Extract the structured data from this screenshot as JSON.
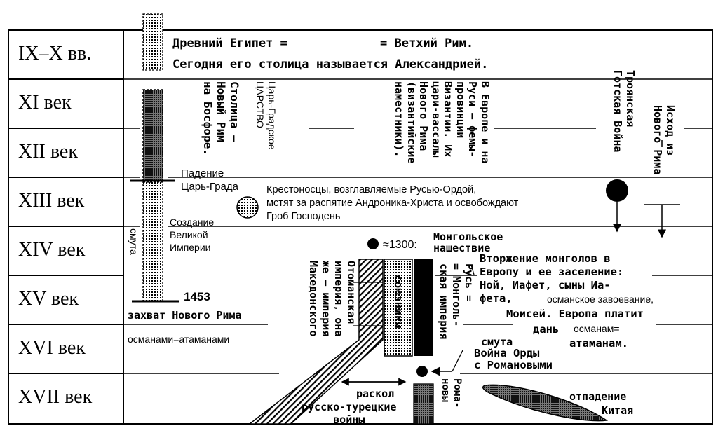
{
  "centuries": [
    "IX–X вв.",
    "XI век",
    "XII век",
    "XIII век",
    "XIV век",
    "XV век",
    "XVI век",
    "XVII век"
  ],
  "text": {
    "egypt_left": "Древний Египет =",
    "egypt_right": "= Ветхий Рим.",
    "alexandria": "Сегодня его столица называется Александрией.",
    "capital": "Столица —\nНовый Рим\nна Босфоре.",
    "tsargrad_kingdom": "Царь-Градское\nЦАРСТВО",
    "vassals": "В Европе и на\nРуси — фемы-\nпровинции\nВизантии. Их\nцари-вассалы\nНового Рима\n(византийские\nнаместники).",
    "trojan_war": "Троянская\nГотская Война",
    "exodus": "Исход из\nНового Рима",
    "fall": "Падение\nЦарь-Града",
    "crusaders": "Крестоносцы, возглавляемые Русью-Ордой,\nмстят за распятие Андроника-Христа и освобождают\nГроб Господень",
    "creation": "Создание\nВеликой\nИмперии",
    "smuta_v": "смута",
    "mongol_date": "≈1300:",
    "mongol_title": "Монгольское\nнашествие",
    "invasion_a": "Вторжение монголов в\nЕвропу и ее заселение:\nНой, Иафет, сыны Иа-\nфета,",
    "invasion_b": "османское завоевание,",
    "invasion_c": "Моисей. Европа платит",
    "invasion_d": "дань",
    "invasion_e": "османам=",
    "invasion_f": "атаманам.",
    "year_1453": "1453",
    "capture": "захват Нового Рима",
    "ottomans_eq": "османами=атаманами",
    "ottoman_empire": "Отоманская\nимперия, она\nже — империя\nМакедонского",
    "allies": "союзники",
    "russ_mongol": "Русь =\n= Монголь-\nская империя",
    "smuta": "смута",
    "horde_war": "Война Орды\nс Романовыми",
    "schism": "раскол",
    "russo_turkish": "русско-турецкие\nвойны",
    "romanovs": "Рома-\nновы",
    "china_sep_a": "отпадение",
    "china_sep_b": "Китая"
  }
}
